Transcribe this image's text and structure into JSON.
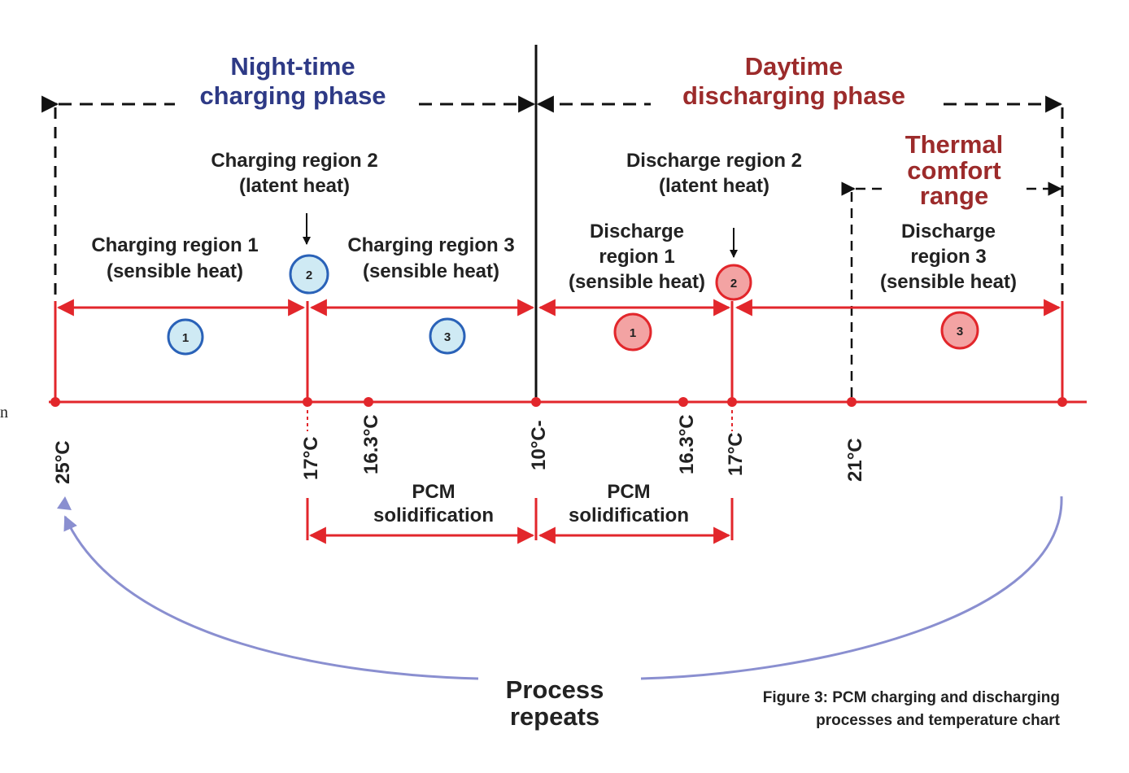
{
  "phases": {
    "night": [
      "Night-time",
      "charging phase"
    ],
    "day": [
      "Daytime",
      "discharging phase"
    ],
    "comfort": [
      "Thermal",
      "comfort",
      "range"
    ]
  },
  "regions": {
    "charging_1": [
      "Charging region 1",
      "(sensible heat)"
    ],
    "charging_2": [
      "Charging region 2",
      "(latent heat)"
    ],
    "charging_3": [
      "Charging region 3",
      "(sensible heat)"
    ],
    "discharge_1": [
      "Discharge",
      "region 1",
      "(sensible heat)"
    ],
    "discharge_2": [
      "Discharge region 2",
      "(latent heat)"
    ],
    "discharge_3": [
      "Discharge",
      "region 3",
      "(sensible heat)"
    ]
  },
  "markers": {
    "charge_1": "1",
    "charge_2": "2",
    "charge_3": "3",
    "discharge_1": "1",
    "discharge_2": "2",
    "discharge_3": "3"
  },
  "temperatures": {
    "t_25": "25°C",
    "t_17_left": "17°C",
    "t_16_3_left": "16.3°C",
    "t_10": "10°C-",
    "t_16_3_right": "16.3°C",
    "t_17_right": "17°C",
    "t_21": "21°C"
  },
  "pcm_left": [
    "PCM",
    "solidification"
  ],
  "pcm_right": [
    "PCM",
    "solidification"
  ],
  "process_repeats": [
    "Process",
    "repeats"
  ],
  "caption": [
    "Figure 3: PCM charging and discharging",
    "processes and temperature chart"
  ],
  "margin_text": "n",
  "colors": {
    "axis_red": "#e2262b",
    "night_blue": "#2e3a86",
    "day_red": "#9c2b2b",
    "marker_blue_fill": "#cfeaf4",
    "marker_blue_stroke": "#2a62b8",
    "marker_red_fill": "#f3a3a3",
    "marker_red_stroke": "#e2262b",
    "repeat_arc": "#8a8fd0"
  }
}
